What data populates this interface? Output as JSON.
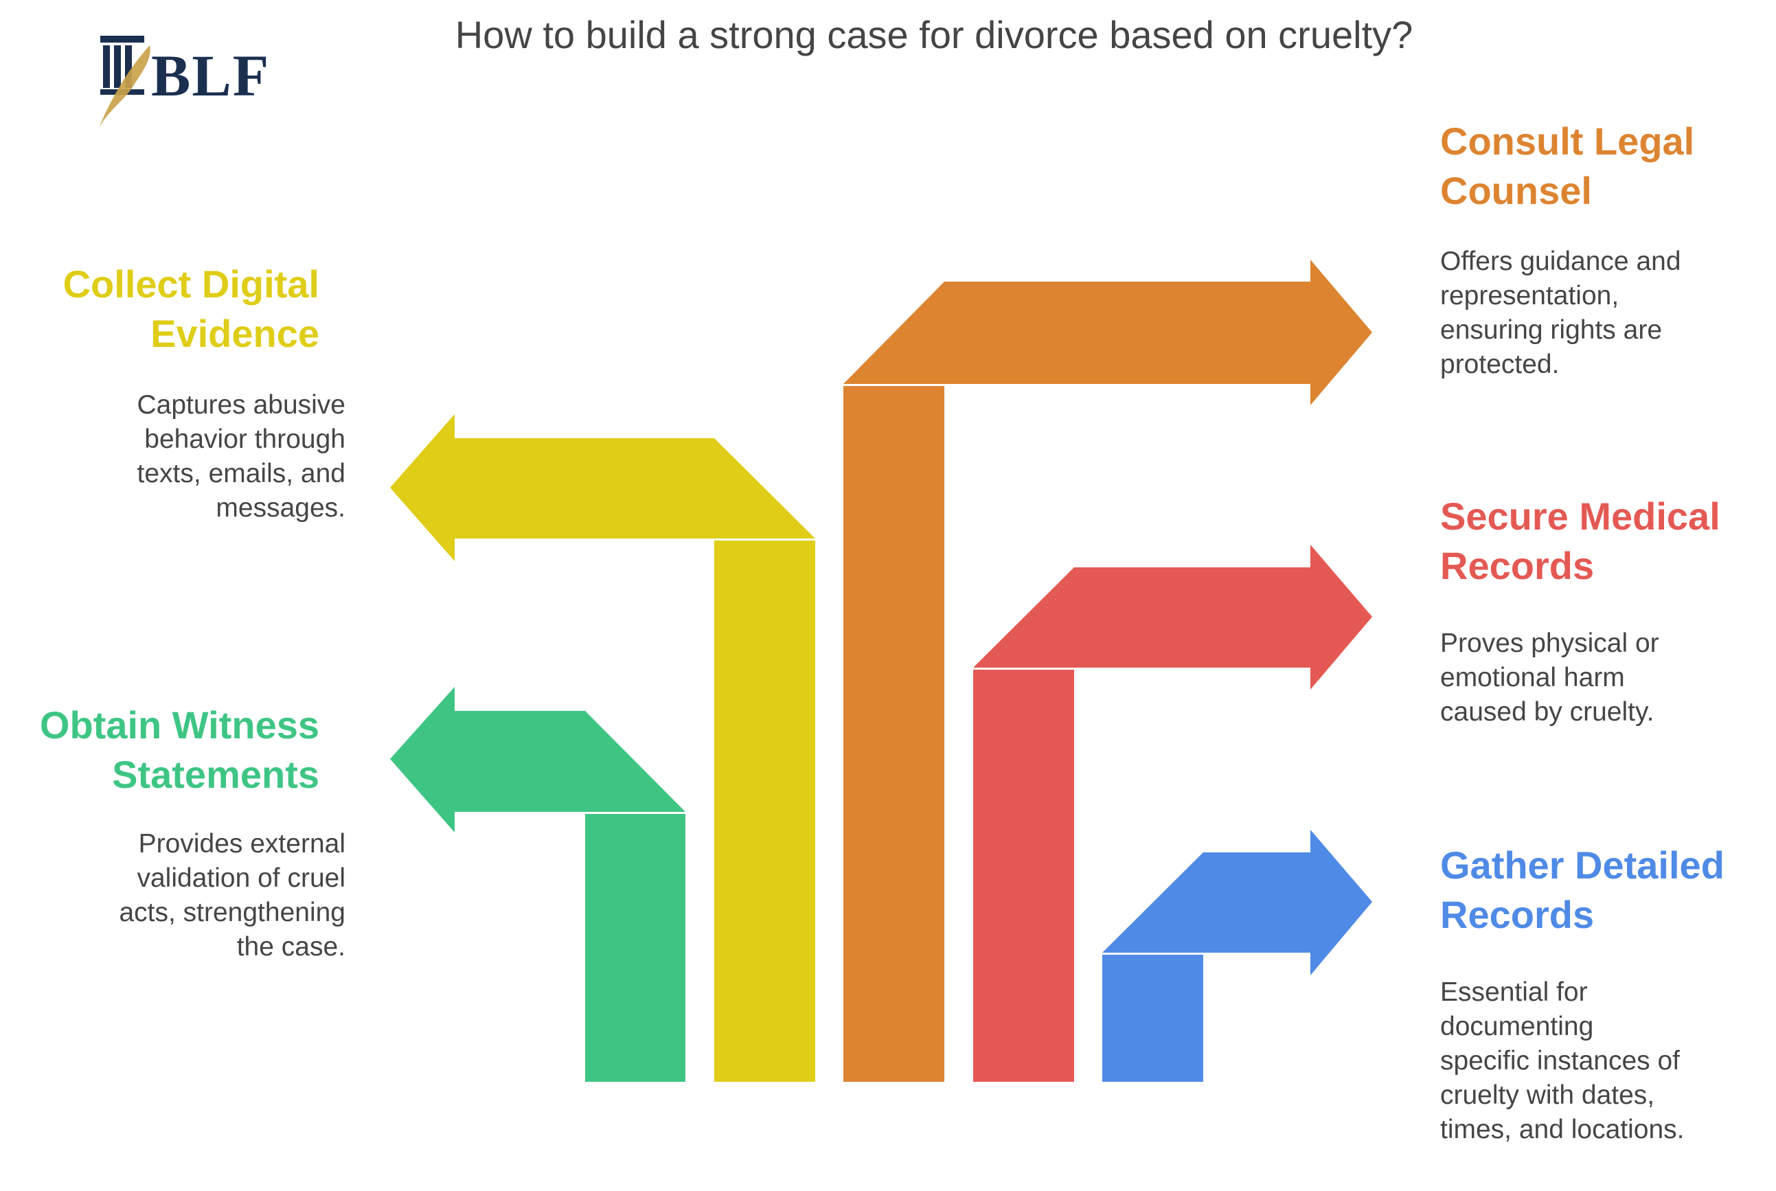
{
  "title": "How to build a strong case for divorce based on cruelty?",
  "logo": {
    "text": "BLF",
    "icon": "pillar-quill-icon"
  },
  "colors": {
    "green": "#3ec584",
    "yellow": "#dfcd17",
    "orange": "#dd8431",
    "red": "#e45953",
    "blue": "#4f8ae6",
    "navy": "#1b2f4f",
    "gold": "#c9a24a"
  },
  "steps": {
    "witness": {
      "title": [
        "Obtain Witness",
        "Statements"
      ],
      "description": [
        "Provides external",
        "validation of cruel",
        "acts, strengthening",
        "the case."
      ]
    },
    "digital": {
      "title": [
        "Collect Digital",
        "Evidence"
      ],
      "description": [
        "Captures abusive",
        "behavior through",
        "texts, emails, and",
        "messages."
      ]
    },
    "legal": {
      "title": [
        "Consult Legal",
        "Counsel"
      ],
      "description": [
        "Offers guidance and",
        "representation,",
        "ensuring rights are",
        "protected."
      ]
    },
    "medical": {
      "title": [
        "Secure Medical",
        "Records"
      ],
      "description": [
        "Proves physical or",
        "emotional harm",
        "caused by cruelty."
      ]
    },
    "records": {
      "title": [
        "Gather Detailed",
        "Records"
      ],
      "description": [
        "Essential for",
        "documenting",
        "specific instances of",
        "cruelty with dates,",
        "times, and locations."
      ]
    }
  }
}
